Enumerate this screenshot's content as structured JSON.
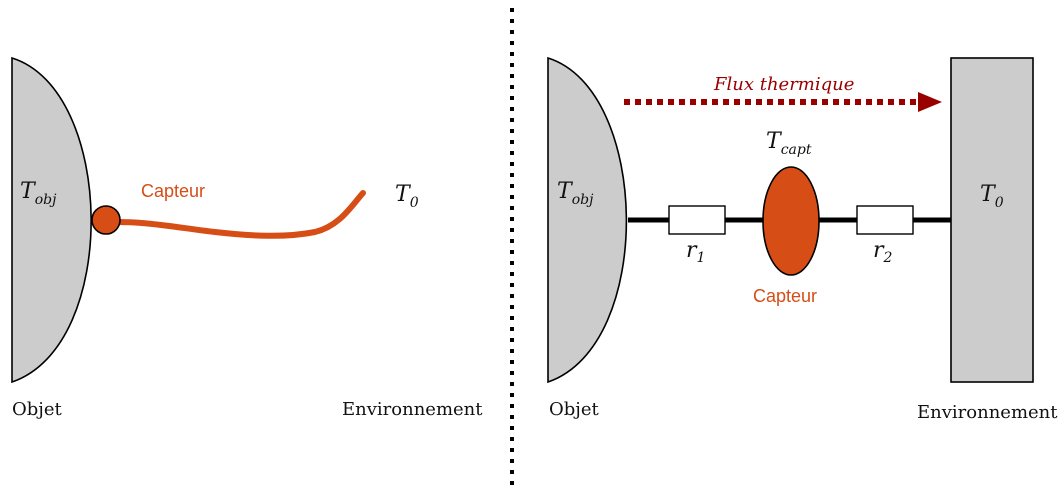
{
  "colors": {
    "object_fill": "#cccccc",
    "sensor": "#d64d16",
    "flux": "#990000",
    "line": "#000000"
  },
  "left_panel": {
    "object_temp": {
      "symbol": "T",
      "subscript": "obj"
    },
    "sensor_label": "Capteur",
    "env_temp": {
      "symbol": "T",
      "subscript": "0"
    },
    "object_label": "Objet",
    "environment_label": "Environnement"
  },
  "right_panel": {
    "object_temp": {
      "symbol": "T",
      "subscript": "obj"
    },
    "flux_label": "Flux thermique",
    "sensor_temp": {
      "symbol": "T",
      "subscript": "capt"
    },
    "env_temp": {
      "symbol": "T",
      "subscript": "0"
    },
    "resistor_1": {
      "symbol": "r",
      "subscript": "1"
    },
    "resistor_2": {
      "symbol": "r",
      "subscript": "2"
    },
    "sensor_label": "Capteur",
    "object_label": "Objet",
    "environment_label": "Environnement"
  },
  "divider": {
    "style": "dotted"
  }
}
